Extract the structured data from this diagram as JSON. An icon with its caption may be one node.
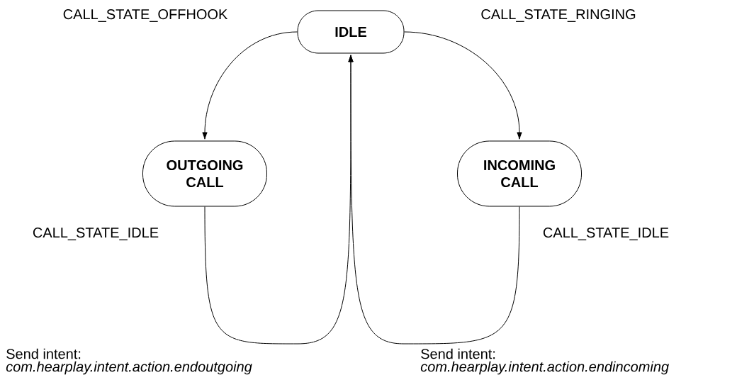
{
  "diagram": {
    "nodes": [
      {
        "text": [
          "IDLE"
        ]
      },
      {
        "text": [
          "OUTGOING CALL"
        ]
      },
      {
        "text": [
          "INCOMING CALL"
        ]
      }
    ],
    "edges": [
      {
        "from": 0,
        "to": 1,
        "arrow": "to",
        "label": "CALL_STATE_OFFHOOK"
      },
      {
        "from": 0,
        "to": 2,
        "arrow": "to",
        "label": "CALL_STATE_RINGING"
      },
      {
        "from": 1,
        "to": 0,
        "arrow": "to",
        "label": "CALL_STATE_IDLE"
      },
      {
        "from": 2,
        "to": 0,
        "arrow": "to",
        "label": "CALL_STATE_IDLE"
      }
    ],
    "labels": [
      "Send intent:",
      "com.hearplay.intent.action.endoutgoing",
      "Send intent:",
      "com.hearplay.intent.action.endincoming"
    ]
  }
}
